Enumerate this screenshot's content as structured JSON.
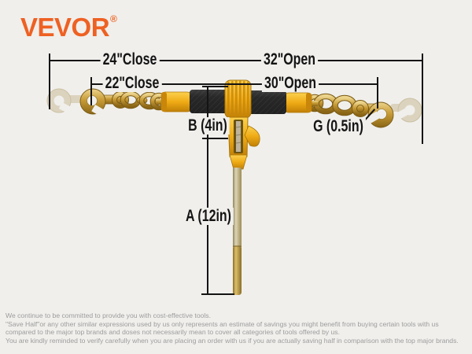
{
  "colors": {
    "bg": "#F0EFEC",
    "accent": "#EE6123",
    "ink": "#141414",
    "muted": "#9C9C9C",
    "binder_yellow": "#EFAC15",
    "chain_gold": "#C2963A",
    "grip_black": "#282828",
    "ghost_gold": "#D8CDB4"
  },
  "brand": {
    "name": "VEVOR",
    "registered_mark": "®"
  },
  "annotations": {
    "outer_close": "24\"Close",
    "outer_open": "32\"Open",
    "inner_close": "22\"Close",
    "inner_open": "30\"Open",
    "handle_b": "B (4in)",
    "hook_g": "G (0.5in)",
    "handle_a": "A (12in)"
  },
  "illustration": {
    "subject": "ratchet chain load binder with grab hooks, closed position solid and open position ghosted"
  },
  "disclaimer": {
    "lines": [
      "We continue to be committed to provide you with cost-effective tools.",
      "\"Save Half\"or any other similar expressions used by us only represents an estimate of savings you might benefit from buying certain tools with us",
      "compared to the major top brands and doses not necessarily mean to cover all categories of tools offered by us.",
      "You are kindly reminded to verify carefully when you are placing an order with us if you are actually saving half in comparison with the top major brands."
    ]
  }
}
